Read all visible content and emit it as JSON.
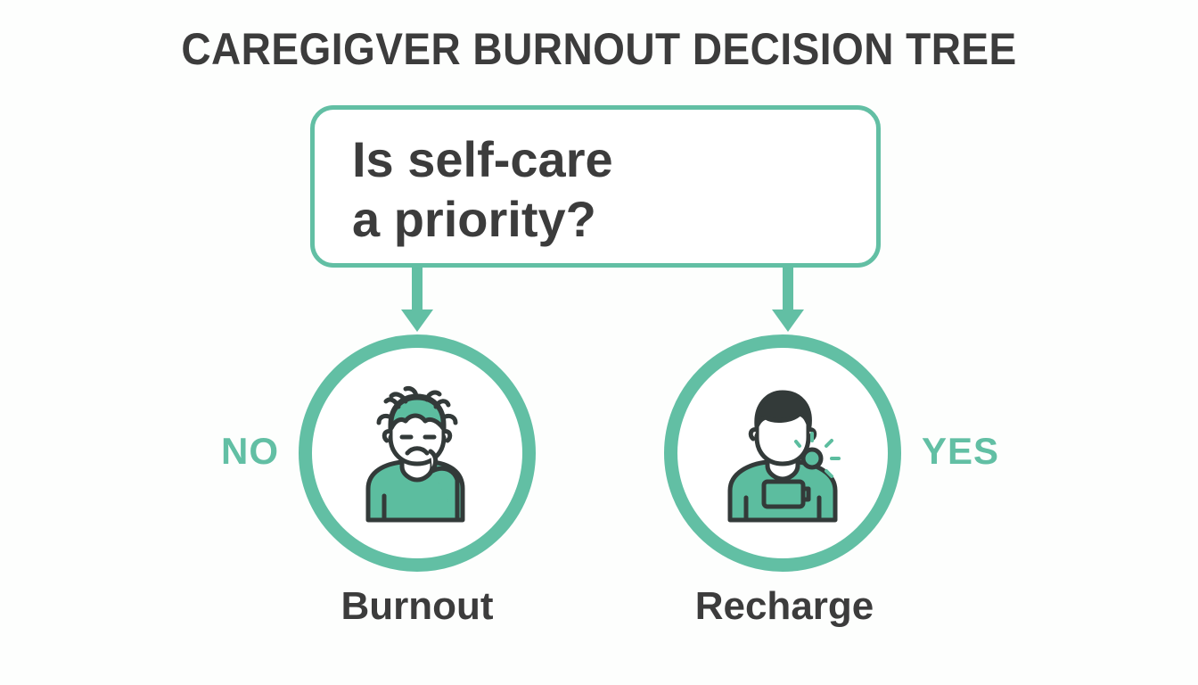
{
  "diagram": {
    "title": "CAREGIGVER BURNOUT DECISION TREE",
    "type": "decision-tree",
    "background_color": "#fdfefd",
    "accent_color": "#62bfa4",
    "text_color": "#3c3c3c"
  },
  "question": {
    "line1": "Is self-care",
    "line2": "a priority?",
    "full_text": "Is self-care a priority?",
    "border_color": "#62bfa4"
  },
  "branches": [
    {
      "answer": "NO",
      "outcome": "Burnout",
      "icon": "stressed-person-icon",
      "icon_description": "frowning person with messy green hair holding head",
      "ring_color": "#62bfa4",
      "label_color": "#62bfa4"
    },
    {
      "answer": "YES",
      "outcome": "Recharge",
      "icon": "recharged-person-icon",
      "icon_description": "calm person with battery on shirt and sparkle burst",
      "ring_color": "#62bfa4",
      "label_color": "#62bfa4"
    }
  ],
  "connectors": {
    "type": "arrow-down",
    "color": "#62bfa4",
    "count": 2
  }
}
